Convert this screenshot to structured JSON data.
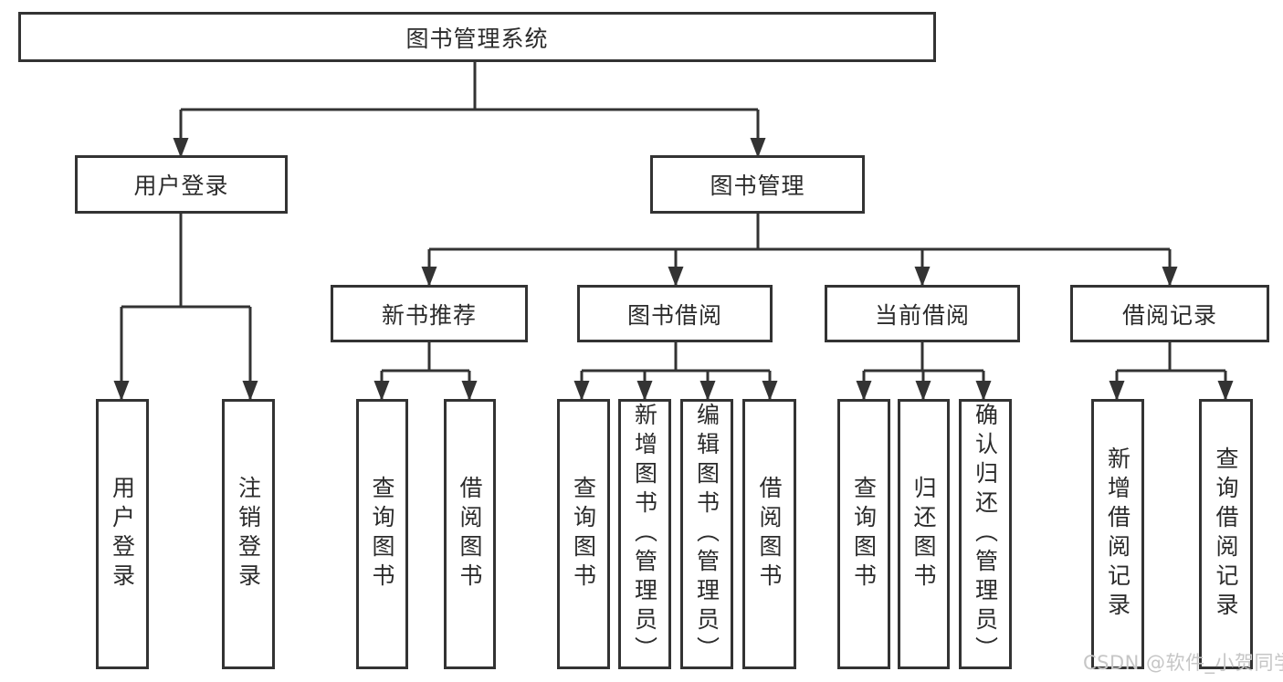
{
  "watermark": "CSDN @软件_小贺同学",
  "colors": {
    "line": "#333333",
    "box_border": "#333333",
    "box_fill": "#ffffff",
    "text": "#2b2b2b",
    "watermark": "#c6c6c6",
    "background": "#ffffff"
  },
  "tree": {
    "root": {
      "label": "图书管理系统"
    },
    "children": [
      {
        "label": "用户登录",
        "children": [
          {
            "label": "用户登录"
          },
          {
            "label": "注销登录"
          }
        ]
      },
      {
        "label": "图书管理",
        "children": [
          {
            "label": "新书推荐",
            "children": [
              {
                "label": "查询图书"
              },
              {
                "label": "借阅图书"
              }
            ]
          },
          {
            "label": "图书借阅",
            "children": [
              {
                "label": "查询图书"
              },
              {
                "label": "新增图书（管理员）"
              },
              {
                "label": "编辑图书（管理员）"
              },
              {
                "label": "借阅图书"
              }
            ]
          },
          {
            "label": "当前借阅",
            "children": [
              {
                "label": "查询图书"
              },
              {
                "label": "归还图书"
              },
              {
                "label": "确认归还（管理员）"
              }
            ]
          },
          {
            "label": "借阅记录",
            "children": [
              {
                "label": "新增借阅记录"
              },
              {
                "label": "查询借阅记录"
              }
            ]
          }
        ]
      }
    ]
  }
}
